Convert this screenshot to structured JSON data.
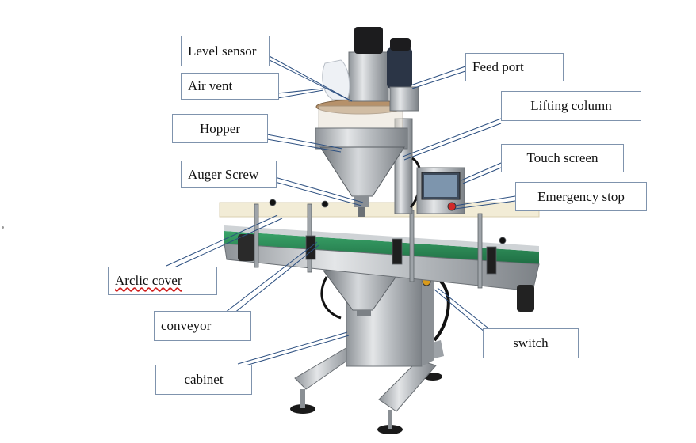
{
  "image": {
    "subject": "auger powder filling machine",
    "colors": {
      "leader_line": "#2c4f80",
      "label_border": "#7f93ad",
      "stainless": "#c9ccd0",
      "conveyor_green": "#2d8a55",
      "motor_dark": "#1c1c1e"
    }
  },
  "labels": {
    "level_sensor": "Level sensor",
    "air_vent": "Air vent",
    "hopper": "Hopper",
    "auger_screw": "Auger Screw",
    "feed_port": "Feed port",
    "lifting_column": "Lifting column",
    "touch_screen": "Touch screen",
    "emergency_stop": "Emergency stop",
    "arclic_cover": "Arclic cover",
    "conveyor": "conveyor",
    "cabinet": "cabinet",
    "switch": "switch"
  }
}
